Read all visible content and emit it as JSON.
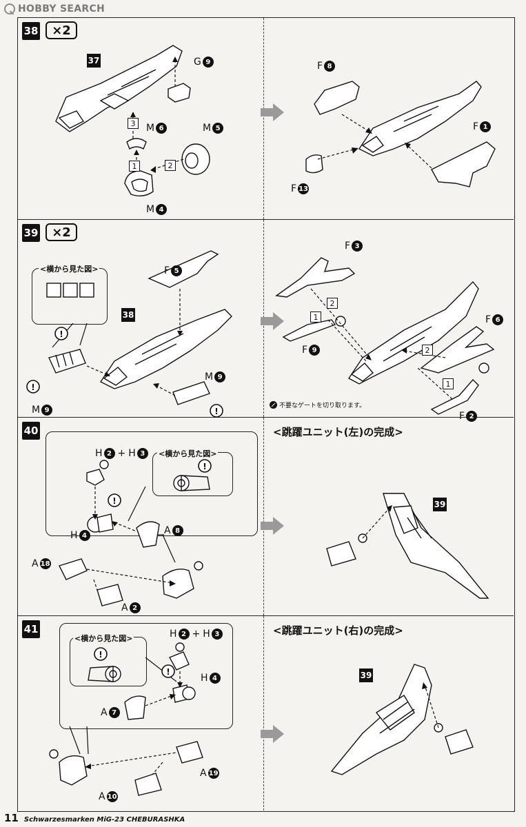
{
  "watermark": {
    "text": "HOBBY SEARCH"
  },
  "steps": [
    {
      "number": "38",
      "multiplier": "×2",
      "left": {
        "refs": [
          "37"
        ],
        "labels": [
          {
            "letter": "G",
            "num": "9"
          },
          {
            "letter": "M",
            "num": "6"
          },
          {
            "letter": "M",
            "num": "5"
          },
          {
            "letter": "M",
            "num": "4"
          }
        ],
        "order": [
          "3",
          "1",
          "2"
        ]
      },
      "right": {
        "labels": [
          {
            "letter": "F",
            "num": "8"
          },
          {
            "letter": "F",
            "num": "1"
          },
          {
            "letter": "F",
            "num": "13"
          }
        ]
      }
    },
    {
      "number": "39",
      "multiplier": "×2",
      "left": {
        "refs": [
          "38"
        ],
        "side_view": "<横から見た図>",
        "labels": [
          {
            "letter": "F",
            "num": "5"
          },
          {
            "letter": "M",
            "num": "9"
          },
          {
            "letter": "M",
            "num": "9"
          }
        ]
      },
      "right": {
        "labels": [
          {
            "letter": "F",
            "num": "3"
          },
          {
            "letter": "F",
            "num": "6"
          },
          {
            "letter": "F",
            "num": "9"
          },
          {
            "letter": "F",
            "num": "2"
          }
        ],
        "order": [
          "2",
          "1",
          "2",
          "1"
        ],
        "note": "不要なゲートを切り取ります。"
      }
    },
    {
      "number": "40",
      "left": {
        "side_view": "<横から見た図>",
        "labels": [
          {
            "letter": "H",
            "num": "2"
          },
          {
            "letter": "H",
            "num": "3"
          },
          {
            "letter": "H",
            "num": "4"
          },
          {
            "letter": "A",
            "num": "8"
          },
          {
            "letter": "A",
            "num": "18"
          },
          {
            "letter": "A",
            "num": "2"
          }
        ]
      },
      "right": {
        "heading": "<跳躍ユニット(左)の完成>",
        "refs": [
          "39"
        ]
      }
    },
    {
      "number": "41",
      "left": {
        "side_view": "<横から見た図>",
        "labels": [
          {
            "letter": "H",
            "num": "2"
          },
          {
            "letter": "H",
            "num": "3"
          },
          {
            "letter": "H",
            "num": "4"
          },
          {
            "letter": "A",
            "num": "7"
          },
          {
            "letter": "A",
            "num": "19"
          },
          {
            "letter": "A",
            "num": "10"
          }
        ]
      },
      "right": {
        "heading": "<跳躍ユニット(右)の完成>",
        "refs": [
          "39"
        ]
      }
    }
  ],
  "footer": {
    "page_number": "11",
    "text": "Schwarzesmarken MiG-23 CHEBURASHKA"
  },
  "colors": {
    "ink": "#111111",
    "paper": "#f4f3ef",
    "arrow": "#9a9a9a"
  }
}
